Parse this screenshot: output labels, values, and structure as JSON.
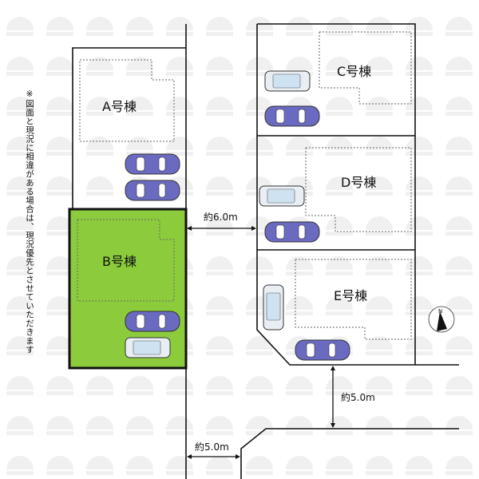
{
  "note": "※図面と現況に相違がある場合は、現況優先とさせていただきます",
  "lots": [
    {
      "id": "A",
      "label": "A号棟",
      "highlighted": false
    },
    {
      "id": "B",
      "label": "B号棟",
      "highlighted": true
    },
    {
      "id": "C",
      "label": "C号棟",
      "highlighted": false
    },
    {
      "id": "D",
      "label": "D号棟",
      "highlighted": false
    },
    {
      "id": "E",
      "label": "E号棟",
      "highlighted": false
    }
  ],
  "dimensions": {
    "private_road": "約6.0m",
    "south_road": "約5.0m",
    "west_road": "約5.0m"
  },
  "compass": {
    "label": "N"
  },
  "colors": {
    "highlight": "#8ccc3c",
    "car_blue": "#6a6ac0",
    "car_silver": "#d4e4f0",
    "line": "#111111"
  }
}
